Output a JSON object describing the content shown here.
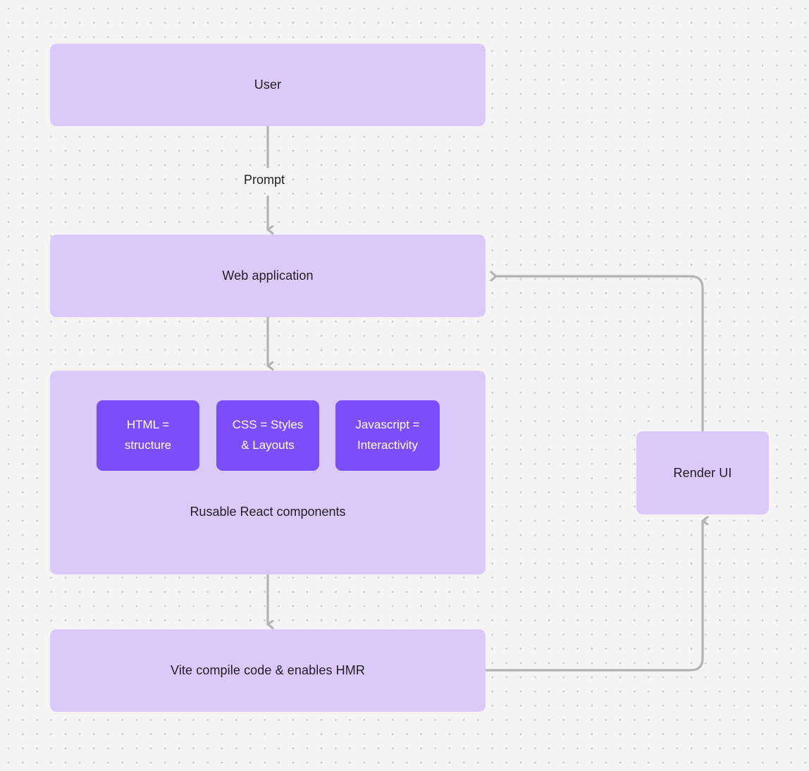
{
  "diagram": {
    "type": "flowchart",
    "background": "#f4f4f5",
    "grid": "dotted",
    "node_fill": "#dac9f9",
    "chip_fill": "#7c4dfb",
    "edge_color": "#b3b3b3",
    "text_color": "#1f1f24"
  },
  "nodes": {
    "user": {
      "label": "User"
    },
    "webapp": {
      "label": "Web application"
    },
    "react": {
      "caption": "Rusable React components",
      "chips": [
        {
          "label": "HTML = structure",
          "line1": "HTML =",
          "line2": "structure"
        },
        {
          "label": "CSS = Styles & Layouts",
          "line1": "CSS = Styles",
          "line2": "& Layouts"
        },
        {
          "label": "Javascript = Interactivity",
          "line1": "Javascript =",
          "line2": "Interactivity"
        }
      ]
    },
    "vite": {
      "label": "Vite compile code & enables HMR"
    },
    "render": {
      "label": "Render UI"
    }
  },
  "edges": [
    {
      "from": "user",
      "to": "webapp",
      "label": "Prompt",
      "direction": "down"
    },
    {
      "from": "webapp",
      "to": "react",
      "label": "",
      "direction": "down"
    },
    {
      "from": "react",
      "to": "vite",
      "label": "",
      "direction": "down"
    },
    {
      "from": "vite",
      "to": "render",
      "label": "",
      "direction": "up"
    },
    {
      "from": "render",
      "to": "webapp",
      "label": "",
      "direction": "left"
    }
  ]
}
